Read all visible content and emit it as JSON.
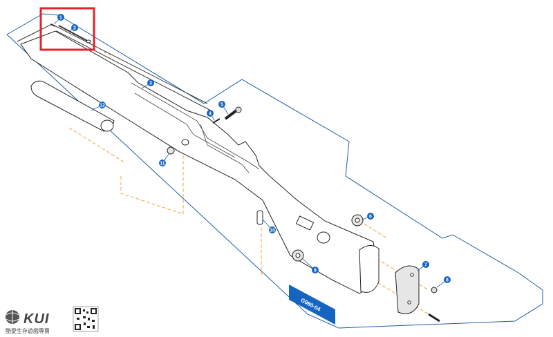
{
  "diagram": {
    "plate_code": "G980-04",
    "accent_color": "#1565c0",
    "highlight_color": "#e8202a",
    "callouts": [
      "1",
      "2",
      "3",
      "4",
      "5",
      "6",
      "7",
      "8",
      "9",
      "10",
      "11",
      "12"
    ]
  },
  "watermark": {
    "brand": "KUI",
    "tagline": "酷愛生存遊戲專賣",
    "logo_icon": "globe-icon",
    "qr_icon": "qr-code-icon"
  }
}
